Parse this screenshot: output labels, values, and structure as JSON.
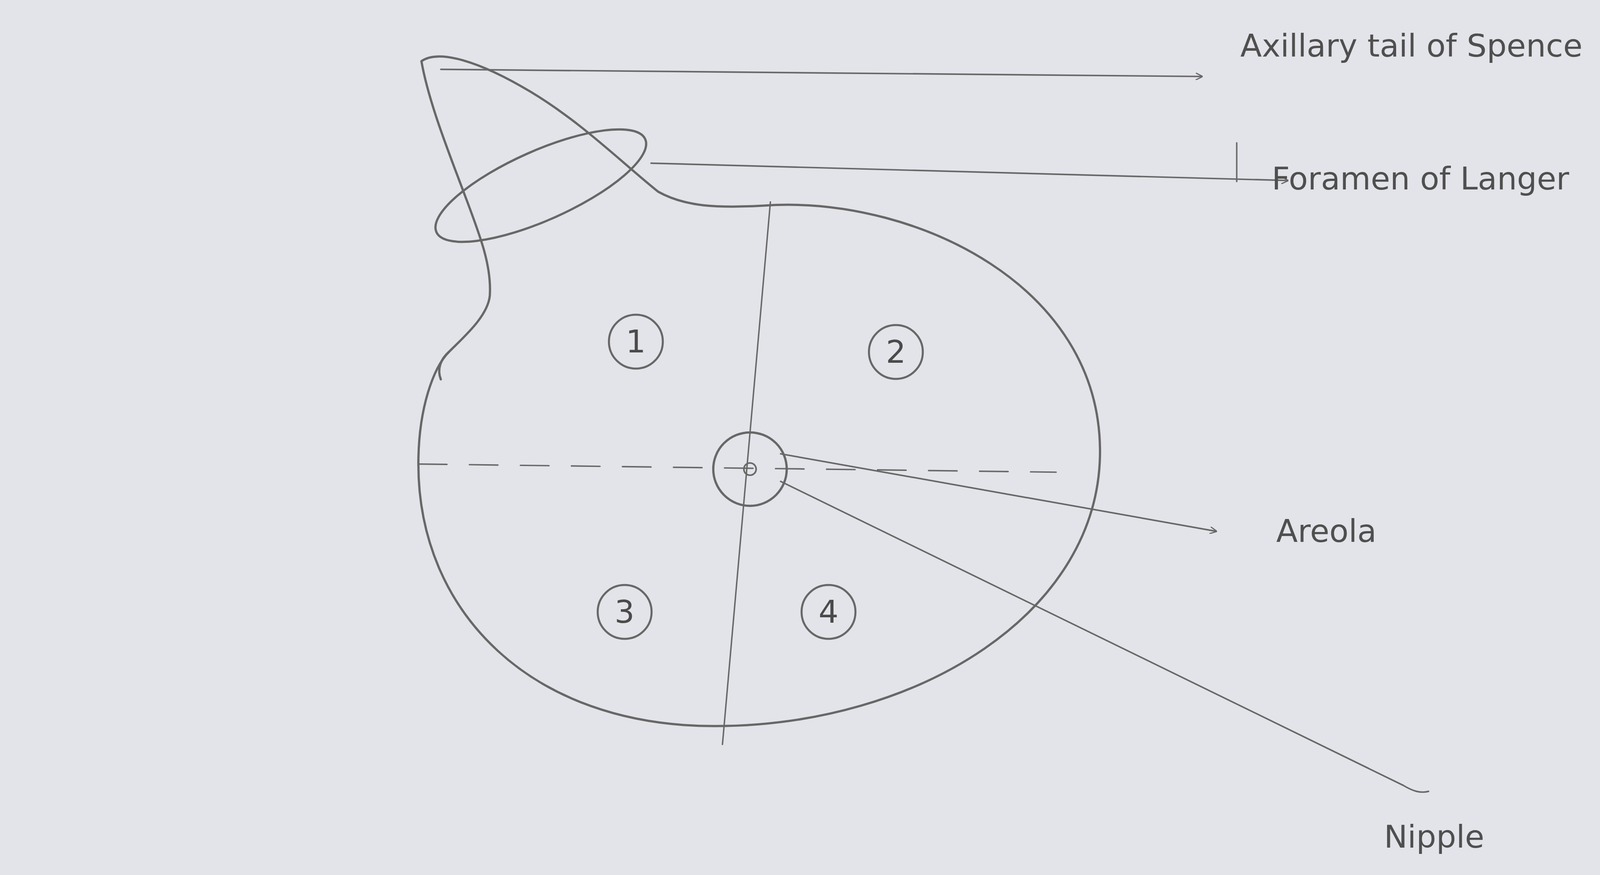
{
  "diagram": {
    "nodes": [
      {
        "text": [
          "1"
        ]
      },
      {
        "text": [
          "2"
        ]
      },
      {
        "text": [
          "3"
        ]
      },
      {
        "text": [
          "4"
        ]
      }
    ],
    "labels": [
      "Axillary tail of Spence",
      "Foramen of Langer",
      "Areola",
      "Nipple"
    ]
  }
}
